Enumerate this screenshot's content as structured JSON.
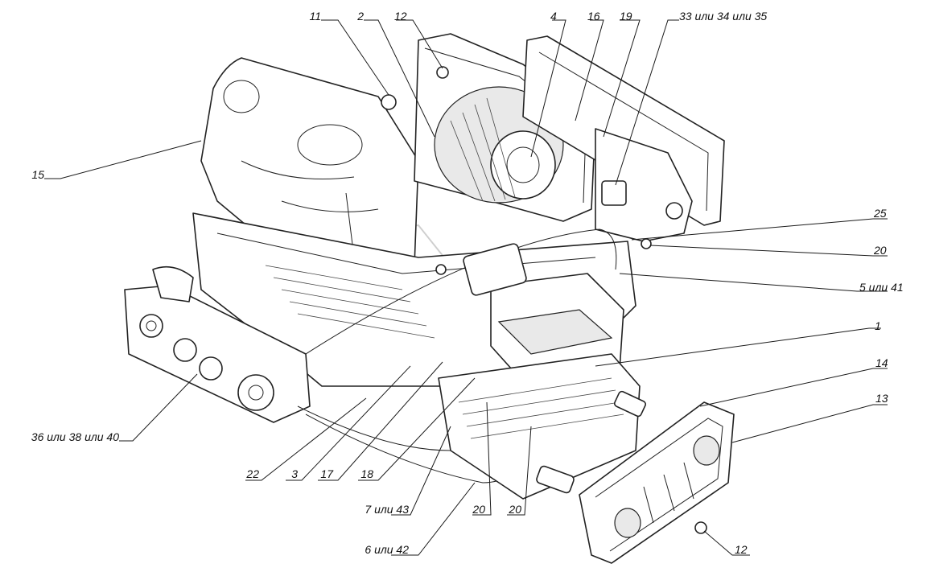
{
  "callouts": {
    "c11": "11",
    "c2": "2",
    "c12_top": "12",
    "c4": "4",
    "c16": "16",
    "c19": "19",
    "c33": "33 или 34 или 35",
    "c15": "15",
    "c25": "25",
    "c20_right": "20",
    "c5": "5 или 41",
    "c1": "1",
    "c14": "14",
    "c13": "13",
    "c36": "36 или 38 или 40",
    "c22": "22",
    "c3": "3",
    "c17": "17",
    "c18": "18",
    "c7": "7 или 43",
    "c20_bottom_a": "20",
    "c20_bottom_b": "20",
    "c6": "6 или 42",
    "c12_bottom": "12"
  },
  "colors": {
    "line": "#222222",
    "shade": "#e9e9e9",
    "background": "#ffffff"
  }
}
